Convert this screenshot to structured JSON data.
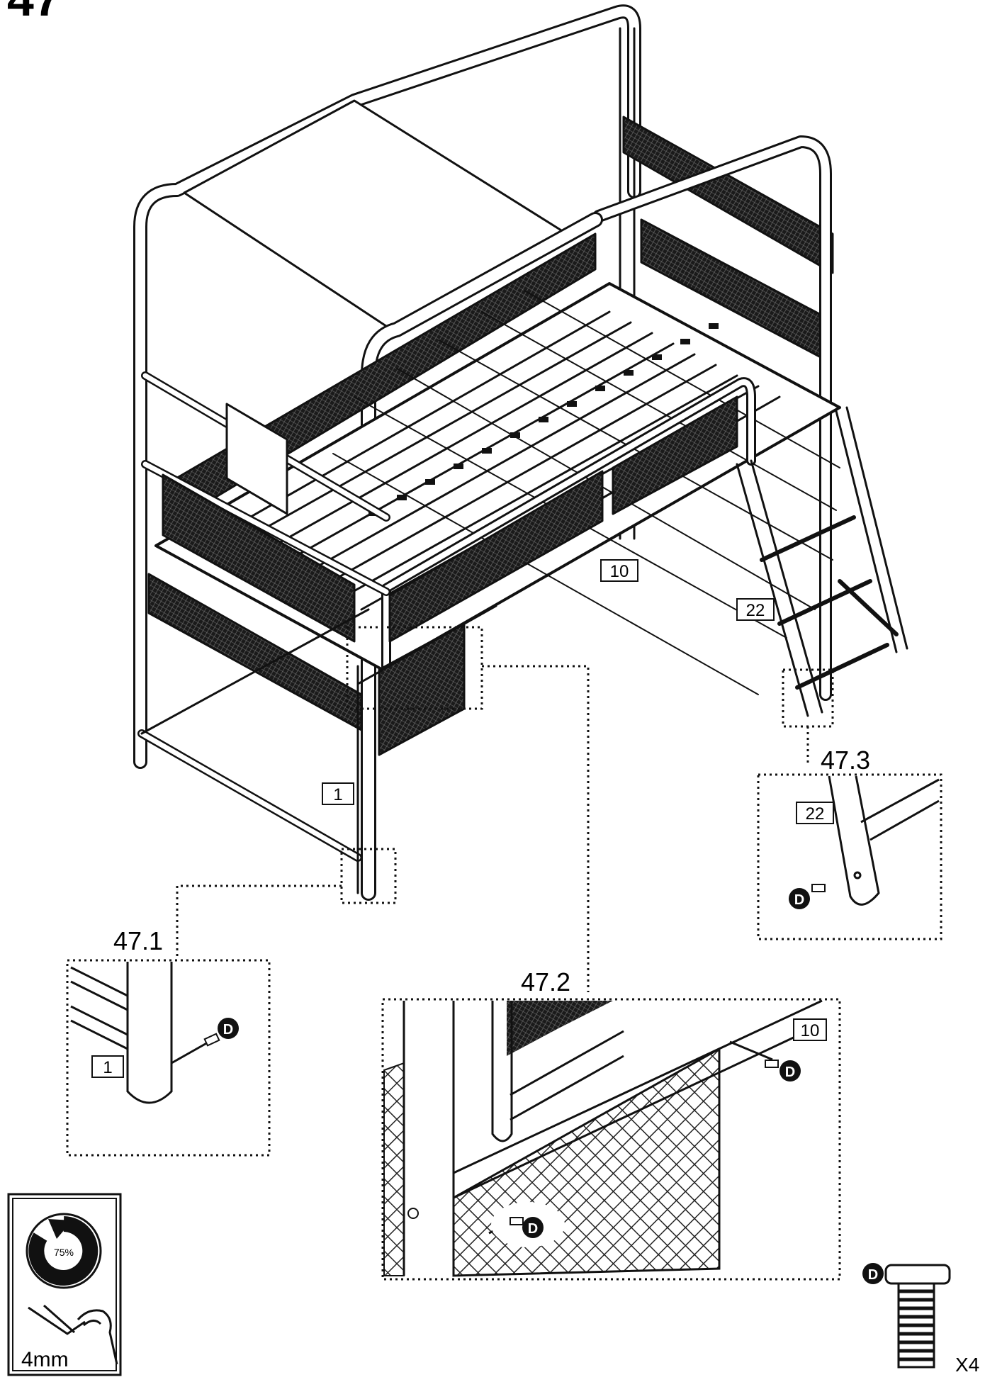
{
  "step": {
    "number": "47"
  },
  "main": {
    "part_labels": {
      "bed_post": "1",
      "side_rail": "10",
      "ladder": "22"
    }
  },
  "details": {
    "d1": {
      "title": "47.1",
      "part": "1",
      "screw_letter": "D"
    },
    "d2": {
      "title": "47.2",
      "part": "10",
      "screw_letter": "D"
    },
    "d3": {
      "title": "47.3",
      "part": "22",
      "screw_letter": "D"
    }
  },
  "tool_box": {
    "torque_label": "75%",
    "tool_label": "4mm"
  },
  "hardware": {
    "letter": "D",
    "quantity": "X4"
  },
  "icons": [
    "circular-arrow-icon",
    "hand-wrench-icon",
    "screw-icon"
  ],
  "colors": {
    "ink": "#111111",
    "panel": "#1a1a1a",
    "paper": "#ffffff"
  }
}
